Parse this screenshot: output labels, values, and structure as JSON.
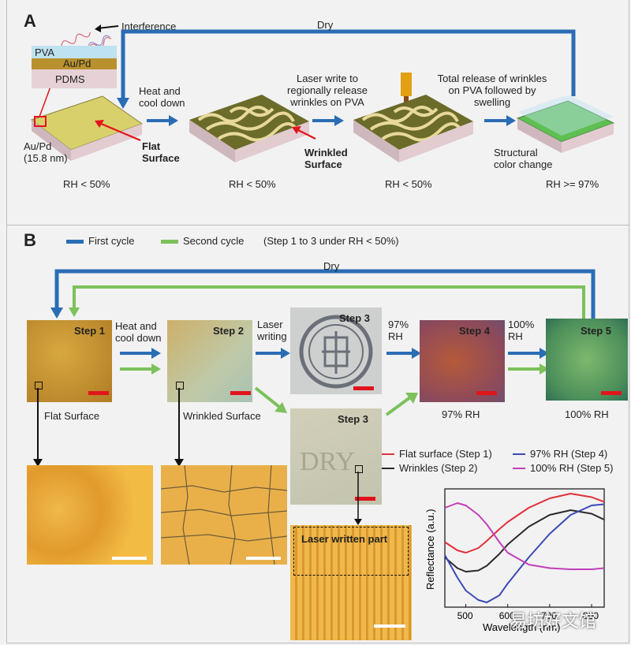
{
  "figure": {
    "panel_a": {
      "letter": "A",
      "interference": "Interference",
      "dry": "Dry",
      "layers": [
        "PVA",
        "Au/Pd",
        "PDMS"
      ],
      "step_labels": [
        "Heat and\ncool down",
        "Laser write to\nregionally release\nwrinkles on PVA",
        "Total release of wrinkles\non PVA followed by\nswelling"
      ],
      "au_pd": "Au/Pd\n(15.8 nm)",
      "flat_surface": "Flat\nSurface",
      "wrinkled_surface": "Wrinkled\nSurface",
      "structural": "Structural\ncolor change",
      "rh": [
        "RH < 50%",
        "RH < 50%",
        "RH < 50%",
        "RH >= 97%"
      ]
    },
    "panel_b": {
      "letter": "B",
      "legend_first": "First cycle",
      "legend_second": "Second cycle",
      "legend_note": "(Step 1 to 3 under RH < 50%)",
      "dry": "Dry",
      "steps": [
        "Step 1",
        "Step 2",
        "Step 3",
        "Step 4",
        "Step 5",
        "Step 3"
      ],
      "arrow_labels": [
        "Heat and\ncool down",
        "Laser\nwriting",
        "97%\nRH",
        "100%\nRH"
      ],
      "captions": [
        "Flat Surface",
        "Wrinkled Surface",
        "97% RH",
        "100% RH"
      ],
      "laser_written_part": "Laser written part",
      "dry_text": "DRY"
    },
    "watermark": "易坊好文馆"
  },
  "chart_data": {
    "type": "line",
    "xlabel": "Wavelength (nm)",
    "ylabel": "Reflectance (a.u.)",
    "xlim": [
      450,
      830
    ],
    "x_ticks": [
      "500",
      "600",
      "700",
      "800"
    ],
    "x": [
      450,
      480,
      500,
      530,
      550,
      580,
      600,
      650,
      700,
      750,
      800,
      830
    ],
    "legend": [
      "Flat surface (Step 1)",
      "Wrinkles (Step 2)",
      "97% RH (Step 4)",
      "100% RH (Step 5)"
    ],
    "series": [
      {
        "name": "Flat surface (Step 1)",
        "color": "#e0303a",
        "values": [
          0.55,
          0.48,
          0.46,
          0.5,
          0.56,
          0.66,
          0.72,
          0.84,
          0.92,
          0.96,
          0.93,
          0.89
        ]
      },
      {
        "name": "Wrinkles (Step 2)",
        "color": "#2a2a2a",
        "values": [
          0.42,
          0.33,
          0.3,
          0.31,
          0.35,
          0.45,
          0.53,
          0.68,
          0.78,
          0.82,
          0.79,
          0.74
        ]
      },
      {
        "name": "97% RH (Step 4)",
        "color": "#3a49b5",
        "values": [
          0.44,
          0.25,
          0.14,
          0.06,
          0.04,
          0.1,
          0.2,
          0.42,
          0.62,
          0.78,
          0.86,
          0.87
        ]
      },
      {
        "name": "100% RH (Step 5)",
        "color": "#c23fb8",
        "values": [
          0.84,
          0.88,
          0.86,
          0.78,
          0.7,
          0.55,
          0.46,
          0.36,
          0.33,
          0.32,
          0.32,
          0.33
        ]
      }
    ]
  }
}
